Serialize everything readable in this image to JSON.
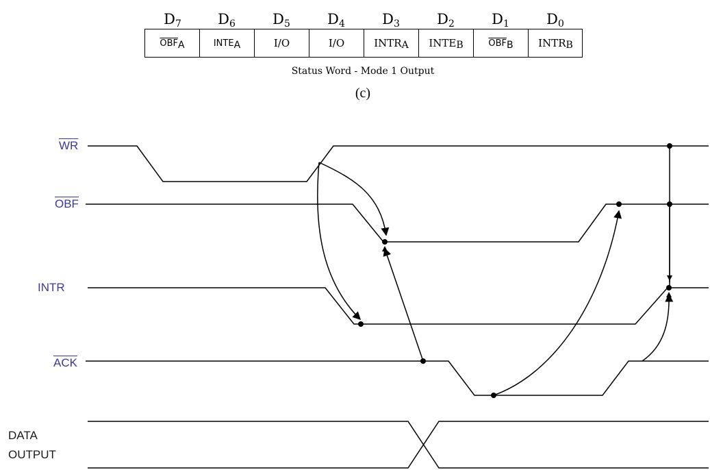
{
  "register": {
    "bits": [
      {
        "name": "D",
        "idx": "7",
        "label": "OBF",
        "label_sub": "A",
        "overline": true,
        "style": "sans"
      },
      {
        "name": "D",
        "idx": "6",
        "label": "INTE",
        "label_sub": "A",
        "overline": false,
        "style": "sans"
      },
      {
        "name": "D",
        "idx": "5",
        "label": "I/O",
        "label_sub": "",
        "overline": false,
        "style": "serif"
      },
      {
        "name": "D",
        "idx": "4",
        "label": "I/O",
        "label_sub": "",
        "overline": false,
        "style": "serif"
      },
      {
        "name": "D",
        "idx": "3",
        "label": "INTR",
        "label_sub": "A",
        "overline": false,
        "style": "serif"
      },
      {
        "name": "D",
        "idx": "2",
        "label": "INTE",
        "label_sub": "B",
        "overline": false,
        "style": "serif"
      },
      {
        "name": "D",
        "idx": "1",
        "label": "OBF",
        "label_sub": "B",
        "overline": true,
        "style": "sans"
      },
      {
        "name": "D",
        "idx": "0",
        "label": "INTR",
        "label_sub": "B",
        "overline": false,
        "style": "serif"
      }
    ],
    "caption": "Status Word - Mode 1  Output",
    "sublabel": "(c)"
  },
  "timing": {
    "signals": [
      "WR",
      "OBF",
      "INTR",
      "ACK"
    ],
    "data_label_line1": "DATA",
    "data_label_line2": "OUTPUT",
    "line_color": "#000000",
    "label_color": "#3a3a9a"
  }
}
